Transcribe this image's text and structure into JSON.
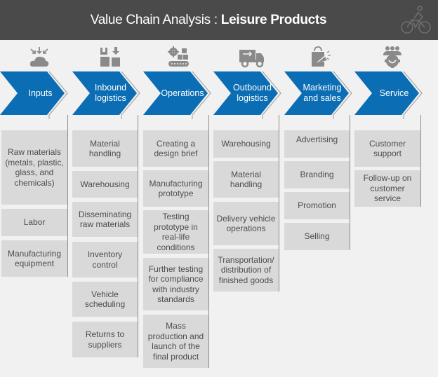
{
  "header": {
    "title_prefix": "Value Chain Analysis : ",
    "title_bold": "Leisure Products",
    "icon": "bicycle-icon"
  },
  "colors": {
    "header_bg": "#4a4a4a",
    "chevron_blue": "#0b6db3",
    "box_gray": "#d9d9d9",
    "background": "#f1f1f1",
    "icon_gray": "#8a8a8a"
  },
  "stages": [
    {
      "label": "Inputs",
      "icon": "weather-cloud-arrows-icon",
      "items": [
        "Raw materials (metals, plastic, glass, and chemicals)",
        "Labor",
        "Manufacturing equipment"
      ]
    },
    {
      "label": "Inbound logistics",
      "icon": "boxes-arrow-icon",
      "items": [
        "Material handling",
        "Warehousing",
        "Disseminating raw materials",
        "Inventory control",
        "Vehicle scheduling",
        "Returns to suppliers"
      ]
    },
    {
      "label": "Operations",
      "icon": "gear-conveyor-icon",
      "items": [
        "Creating a design brief",
        "Manufacturing prototype",
        "Testing prototype in real-life conditions",
        "Further testing for compliance with industry standards",
        "Mass production and launch of the final product"
      ]
    },
    {
      "label": "Outbound logistics",
      "icon": "delivery-truck-icon",
      "items": [
        "Warehousing",
        "Material handling",
        "Delivery vehicle operations",
        "Transportation/ distribution of finished goods"
      ]
    },
    {
      "label": "Marketing and sales",
      "icon": "shopping-bag-megaphone-icon",
      "items": [
        "Advertising",
        "Branding",
        "Promotion",
        "Selling"
      ]
    },
    {
      "label": "Service",
      "icon": "customer-group-gear-icon",
      "items": [
        "Customer support",
        "Follow-up on customer service"
      ]
    }
  ]
}
